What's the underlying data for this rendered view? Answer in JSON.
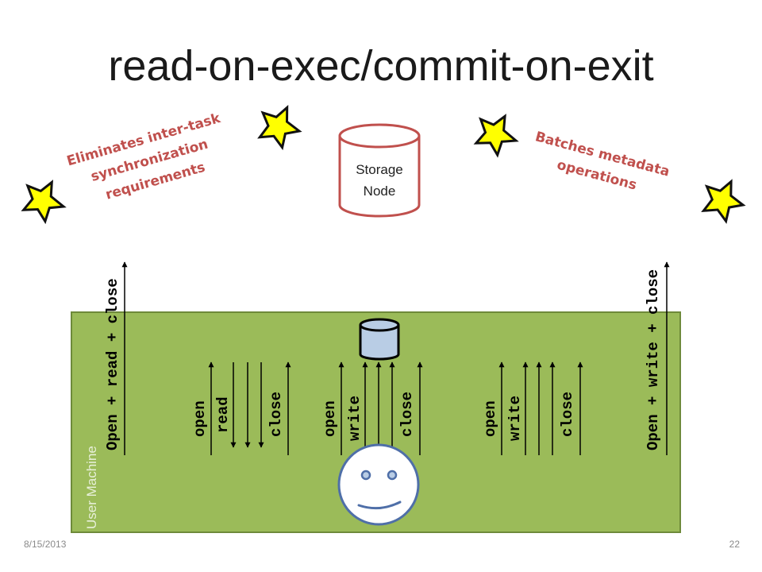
{
  "slide": {
    "title": "read-on-exec/commit-on-exit",
    "date": "8/15/2013",
    "page_number": "22"
  },
  "storage_node": {
    "line1": "Storage",
    "line2": "Node"
  },
  "user_machine_label": "User Machine",
  "callouts": {
    "left": {
      "lines": [
        "Eliminates inter-task",
        "synchronization",
        "requirements"
      ]
    },
    "right": {
      "lines": [
        "Batches metadata",
        "operations"
      ]
    }
  },
  "operations": {
    "left_long": "Open + read + close",
    "right_long": "Open + write + close",
    "group1": {
      "open": "open",
      "read": "read",
      "close": "close"
    },
    "group2": {
      "open": "open",
      "write": "write",
      "close": "close"
    },
    "group3": {
      "open": "open",
      "write": "write",
      "close": "close"
    }
  },
  "colors": {
    "machine_fill": "#9bbb59",
    "machine_stroke": "#6e8a3a",
    "cylinder_stroke": "#c0504d",
    "local_disk_fill": "#b9cde5",
    "callout_text": "#c0504d",
    "face_stroke": "#4f6fa8",
    "star_fill": "#ffff00"
  },
  "icons": [
    "star-icon",
    "database-icon",
    "smiley-face-icon"
  ]
}
